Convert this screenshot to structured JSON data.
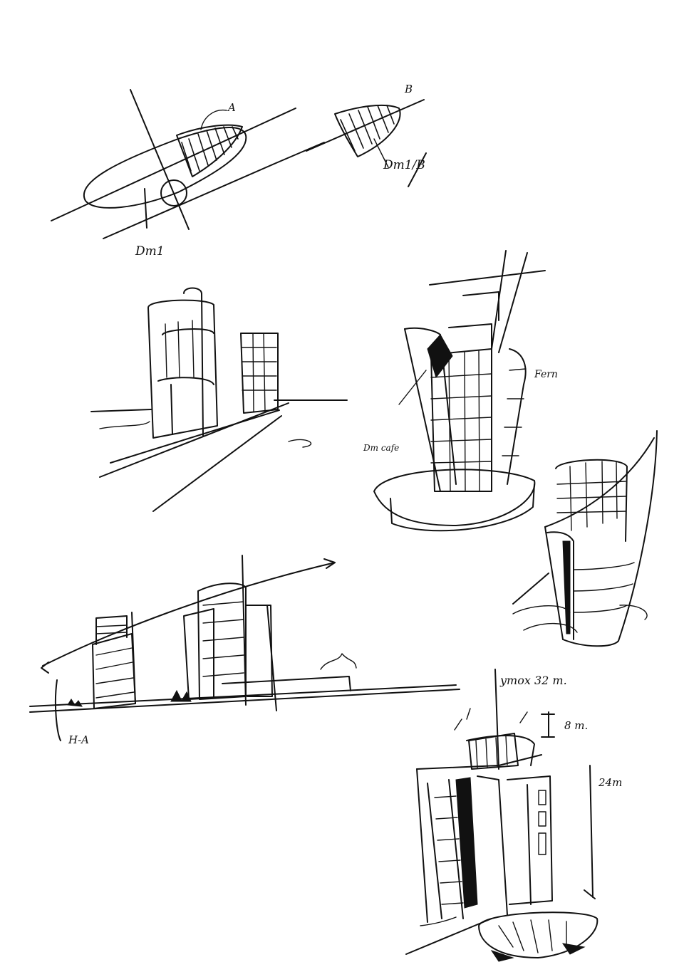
{
  "annotations": {
    "label_a": "A",
    "label_b": "B",
    "dim_a": "Dm1",
    "dim_b": "Dm1/B",
    "side_right": "Fern",
    "side_left": "Dm cafe",
    "height_note": "H-A",
    "top_height": "ymox 32 m.",
    "floor_8": "8 m.",
    "floor_24": "24m"
  },
  "colors": {
    "ink": "#111111",
    "paper": "#ffffff"
  }
}
